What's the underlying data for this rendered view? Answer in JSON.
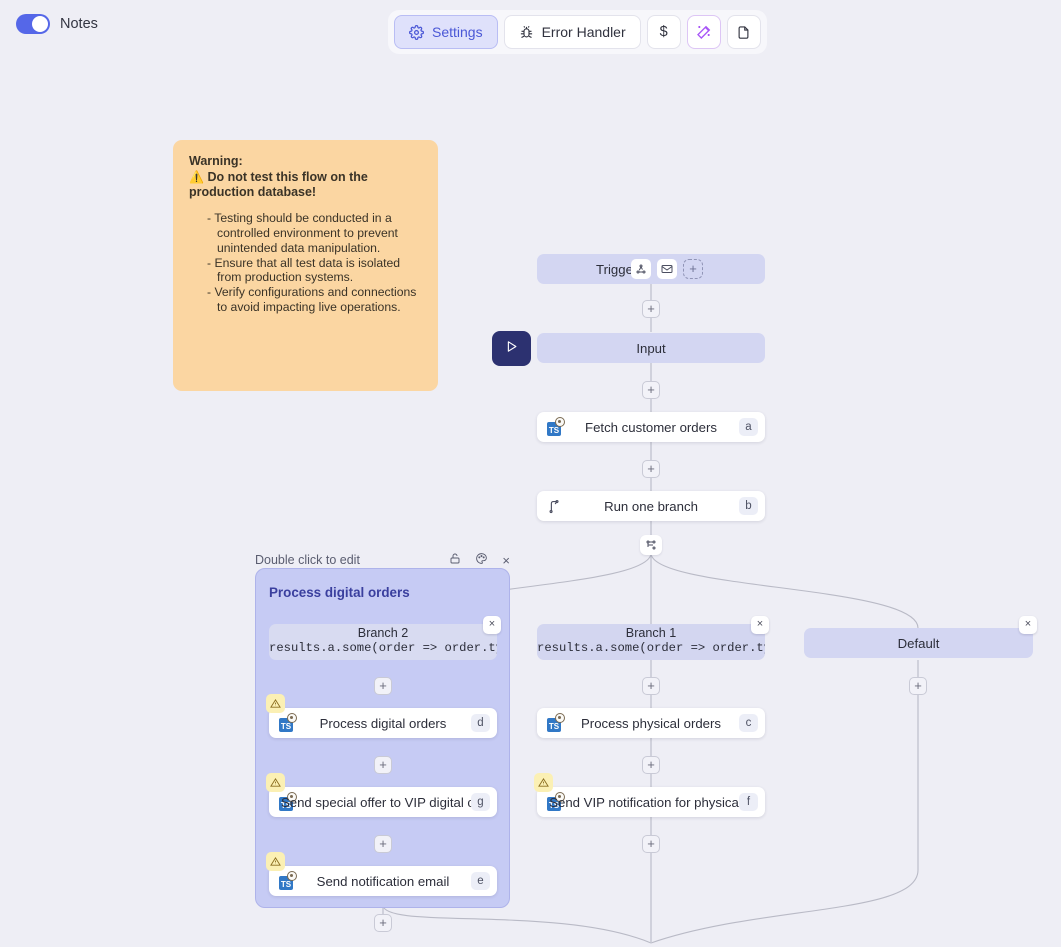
{
  "topbar": {
    "notes_label": "Notes",
    "notes_toggle_on": true,
    "buttons": [
      {
        "label": "Settings",
        "icon": "gear-icon",
        "active": true
      },
      {
        "label": "Error Handler",
        "icon": "bug-icon",
        "active": false
      },
      {
        "label": "$",
        "icon": "dollar-icon",
        "active": false
      },
      {
        "label": "",
        "icon": "magic-wand-icon",
        "active": false
      },
      {
        "label": "",
        "icon": "document-icon",
        "active": false
      }
    ]
  },
  "note": {
    "heading_line1": "Warning:",
    "heading_emoji": "⚠️",
    "heading_line2": "Do not test this flow on the production database!",
    "bullets": [
      "-  Testing should be conducted in a controlled environment to prevent unintended data manipulation.",
      "-  Ensure that all test data is isolated from production systems.",
      "-  Verify configurations and connections to avoid impacting live operations."
    ],
    "bg_color": "#fbd6a2"
  },
  "flow": {
    "triggers": {
      "label": "Triggers",
      "icons": [
        "webhook-icon",
        "mail-icon"
      ],
      "add_label": "+"
    },
    "input": {
      "label": "Input"
    },
    "run_button": {
      "icon": "play-icon"
    },
    "nodes": [
      {
        "label": "Fetch customer orders",
        "key": "a",
        "icon": "typescript-icon",
        "warning": false
      },
      {
        "label": "Run one branch",
        "key": "b",
        "icon": "branch-icon",
        "warning": false
      },
      {
        "label": "Process physical orders",
        "key": "c",
        "icon": "typescript-icon",
        "warning": false
      },
      {
        "label": "Process digital orders",
        "key": "d",
        "icon": "typescript-icon",
        "warning": true
      },
      {
        "label": "Send notification email",
        "key": "e",
        "icon": "typescript-icon",
        "warning": true
      },
      {
        "label": "Send VIP notification for physical...",
        "key": "f",
        "icon": "typescript-icon",
        "warning": true
      },
      {
        "label": "Send special offer to VIP digital c...",
        "key": "g",
        "icon": "typescript-icon",
        "warning": true
      }
    ],
    "branches": [
      {
        "title": "Branch 2",
        "expression": "results.a.some(order => order.type"
      },
      {
        "title": "Branch 1",
        "expression": "results.a.some(order => order.type"
      },
      {
        "title": "Default",
        "expression": ""
      }
    ],
    "plus_label": "+",
    "close_label": "×"
  },
  "group": {
    "hint": "Double click to edit",
    "title": "Process digital orders",
    "icons": [
      "lock-icon",
      "palette-icon",
      "close-icon"
    ],
    "bg_color": "#c6cbf4"
  },
  "colors": {
    "canvas": "#eeeef5",
    "accent": "#5567e8",
    "slab": "#d3d6f2",
    "note": "#fbd6a2",
    "group": "#c6cbf4"
  }
}
